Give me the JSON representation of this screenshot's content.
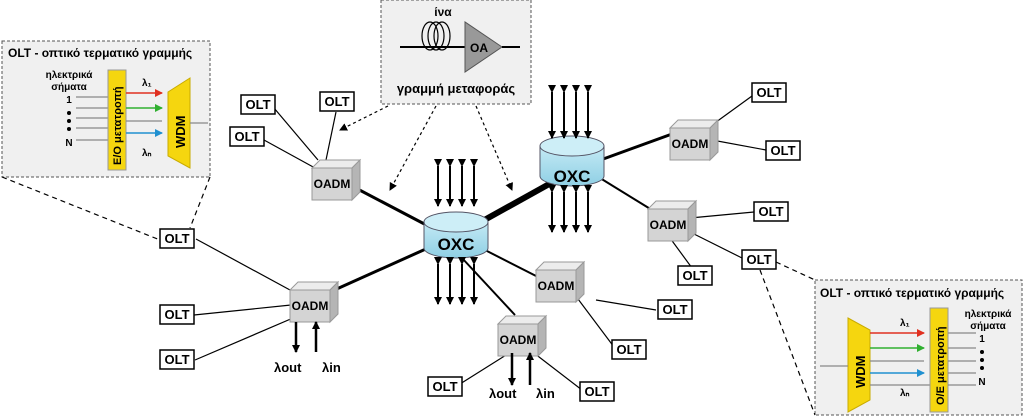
{
  "labels": {
    "olt": "OLT",
    "oadm": "OADM",
    "oxc": "OXC",
    "oa": "OA",
    "lambda_out": "λout",
    "lambda_in": "λin"
  },
  "top_callout": {
    "fiber_label": "ίνα",
    "line_label": "γραμμή μεταφοράς"
  },
  "left_callout": {
    "title": "OLT - οπτικό τερματικό γραμμής",
    "signals_label_1": "ηλεκτρικά",
    "signals_label_2": "σήματα",
    "row_first": "1",
    "row_last": "N",
    "lambda_1": "λ₁",
    "lambda_n": "λₙ",
    "converter": "Ε/Ο μετατροπή",
    "wdm": "WDM"
  },
  "right_callout": {
    "title": "OLT - οπτικό τερματικό γραμμής",
    "signals_label_1": "ηλεκτρικά",
    "signals_label_2": "σήματα",
    "row_first": "1",
    "row_last": "N",
    "lambda_1": "λ₁",
    "lambda_n": "λₙ",
    "converter": "Ο/Ε μετατροπή",
    "wdm": "WDM"
  },
  "colors": {
    "oxc_fill": "#a8dcec",
    "oadm_fill": "#d4d4d4",
    "converter_fill": "#f5d60f",
    "callout_bg": "#f0f0f0",
    "lambda_red": "#e03020",
    "lambda_green": "#30b030",
    "lambda_blue": "#2090d0"
  }
}
